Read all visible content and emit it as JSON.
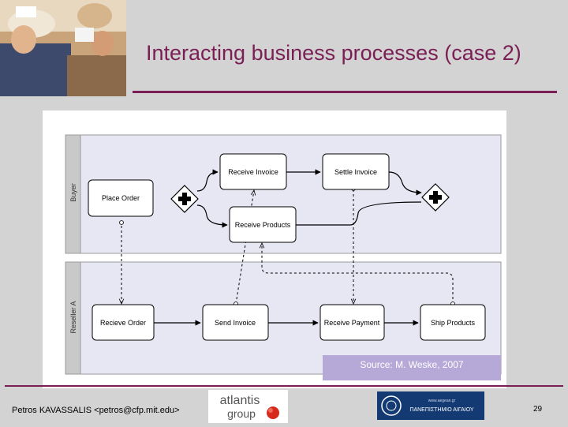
{
  "title": "Interacting business processes (case 2)",
  "diagram": {
    "lanes": [
      "Buyer",
      "Reseller A"
    ],
    "tasks": {
      "receive_invoice": "Receive Invoice",
      "settle_invoice": "Settle Invoice",
      "place_order": "Place Order",
      "receive_products": "Receive Products",
      "recieve_order": "Recieve Order",
      "send_invoice": "Send Invoice",
      "receive_payment": "Receive Payment",
      "ship_products": "Ship Products"
    },
    "source": "Source: M. Weske, 2007"
  },
  "footer": {
    "author": "Petros KAVASSALIS <petros@cfp.mit.edu>",
    "page": "29",
    "atlantis_line1": "atlantis",
    "atlantis_line2": "group",
    "aegean_line1": "www.aegean.gr",
    "aegean_line2": "ΠΑΝΕΠΙΣΤΗΜΙΟ ΑΙΓΑΙΟΥ"
  },
  "colors": {
    "title": "#7a1f55",
    "lane_fill": "#e7e7f4",
    "lane_header": "#c9c9c9",
    "source_box": "#b6a9d8"
  }
}
